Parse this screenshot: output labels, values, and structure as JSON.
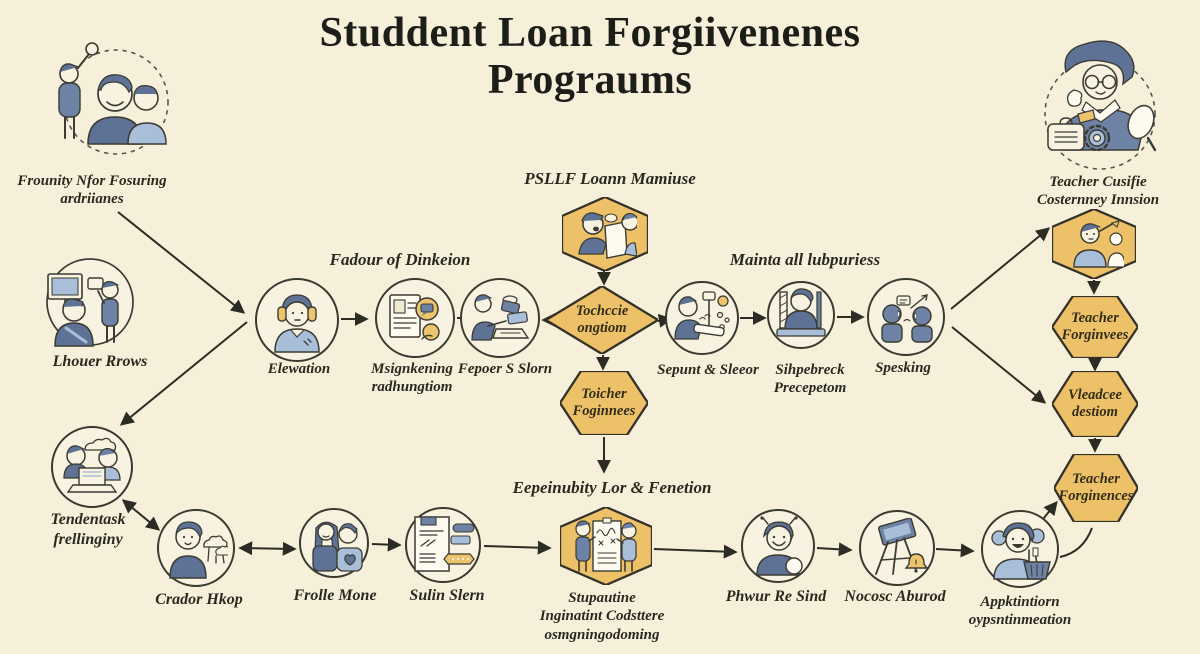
{
  "colors": {
    "background": "#f6f0da",
    "hexagon_fill": "#edc168",
    "outline": "#33312a",
    "icon_blue": "#5d7294",
    "icon_light_blue": "#a9bed8",
    "icon_yellow": "#ecc46d",
    "text": "#29291f"
  },
  "title": {
    "text": "Studdent Loan Forgiivenenes\nPrograums"
  },
  "sections": {
    "fadour_header": "Fadour of Dinkeion",
    "psllf_header": "PSLLF Loann Mamiuse",
    "mainta_header": "Mainta all lubpuriess",
    "eligibility_header": "Eepeinubity Lor & Fenetion"
  },
  "left_column": {
    "frounity_label": "Frounity Nfor Fosuring\nardriianes",
    "lhouer_label": "Lhouer Rrows",
    "tendentask_label": "Tendentask\nfrellinginy"
  },
  "middle_row": {
    "elewation": "Elewation",
    "msignkening": "Msignkening\nradhungtiom",
    "fepoer": "Fepoer S Slorn",
    "sepunt": "Sepunt & Sleeor",
    "sihpebreck": "Sihpebreck\nPrecepetom",
    "spesking": "Spesking"
  },
  "center_flow": {
    "decision_diamond": "Tochccie\nongtiom",
    "toicher_hex": "Toicher\nFoginnees"
  },
  "right_column": {
    "teacher_label": "Teacher Cusifie\nCosternney Innsion",
    "hex_forginvees": "Teacher\nForginvees",
    "hex_vleadcee": "Vleadcee\ndestiom",
    "hex_forginences": "Teacher\nForginences"
  },
  "bottom_row": {
    "crador": "Crador Hkop",
    "frolle": "Frolle Mone",
    "sulin": "Sulin Slern",
    "stupautine": "Stupautine\nInginatint Codsttere\nosmgningodoming",
    "phwur": "Phwur Re Sind",
    "nocosc": "Nocosc Aburod",
    "application": "Appktintiorn\noypsntinmeation"
  },
  "icons": {
    "top_left": "community-group-icon",
    "left_mid": "presentation-people-icon",
    "left_low": "team-computer-icon",
    "elewation": "headphones-person-icon",
    "msignkening": "document-chat-icon",
    "fepoer": "handover-items-icon",
    "psllf_hex": "reading-pair-icon",
    "sepunt": "celebration-person-icon",
    "sihpebreck": "podium-person-icon",
    "spesking": "conversation-icon",
    "top_right": "teacher-graduate-icon",
    "right_hex_top": "raised-hand-person-icon",
    "crador": "person-cloud-icon",
    "frolle": "couple-heart-icon",
    "sulin": "document-flow-icon",
    "stupautine_hex": "pair-document-icon",
    "phwur": "happy-person-icon",
    "nocosc": "easel-bell-icon",
    "application": "basket-person-icon"
  }
}
